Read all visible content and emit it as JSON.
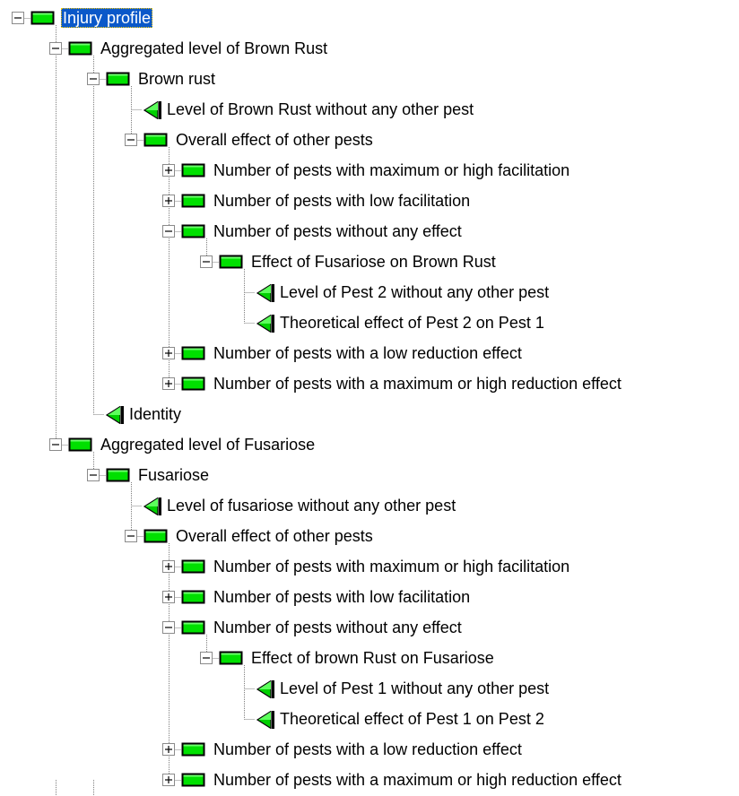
{
  "colors": {
    "selection": "#0a58c9",
    "selection_text": "#ffffff",
    "node_green": "#00e000",
    "node_border": "#000000",
    "leaf_green": "#00d000",
    "connector": "#7f7f7f"
  },
  "tree": {
    "selected_index": 0,
    "nodes": [
      {
        "depth": 0,
        "type": "node",
        "toggle": "minus",
        "label": "Injury profile"
      },
      {
        "depth": 1,
        "type": "node",
        "toggle": "minus",
        "label": "Aggregated level of Brown Rust"
      },
      {
        "depth": 2,
        "type": "node",
        "toggle": "minus",
        "label": "Brown rust"
      },
      {
        "depth": 3,
        "type": "leaf",
        "toggle": "none",
        "label": "Level of Brown Rust without any other pest"
      },
      {
        "depth": 3,
        "type": "node",
        "toggle": "minus",
        "label": "Overall effect of other pests"
      },
      {
        "depth": 4,
        "type": "node",
        "toggle": "plus",
        "label": "Number of pests with maximum or high facilitation"
      },
      {
        "depth": 4,
        "type": "node",
        "toggle": "plus",
        "label": "Number of pests with low facilitation"
      },
      {
        "depth": 4,
        "type": "node",
        "toggle": "minus",
        "label": "Number of pests without any effect"
      },
      {
        "depth": 5,
        "type": "node",
        "toggle": "minus",
        "label": "Effect of Fusariose on Brown Rust"
      },
      {
        "depth": 6,
        "type": "leaf",
        "toggle": "none",
        "label": "Level of Pest 2 without any other pest"
      },
      {
        "depth": 6,
        "type": "leaf",
        "toggle": "none",
        "label": "Theoretical effect of Pest 2 on Pest 1"
      },
      {
        "depth": 4,
        "type": "node",
        "toggle": "plus",
        "label": "Number of pests with a low reduction effect"
      },
      {
        "depth": 4,
        "type": "node",
        "toggle": "plus",
        "label": "Number of pests with a maximum or high reduction effect"
      },
      {
        "depth": 2,
        "type": "leaf",
        "toggle": "none",
        "label": "Identity"
      },
      {
        "depth": 1,
        "type": "node",
        "toggle": "minus",
        "label": "Aggregated level of Fusariose"
      },
      {
        "depth": 2,
        "type": "node",
        "toggle": "minus",
        "label": "Fusariose"
      },
      {
        "depth": 3,
        "type": "leaf",
        "toggle": "none",
        "label": "Level of fusariose without any other pest"
      },
      {
        "depth": 3,
        "type": "node",
        "toggle": "minus",
        "label": "Overall effect of other pests"
      },
      {
        "depth": 4,
        "type": "node",
        "toggle": "plus",
        "label": "Number of pests with maximum or high facilitation"
      },
      {
        "depth": 4,
        "type": "node",
        "toggle": "plus",
        "label": "Number of pests with low facilitation"
      },
      {
        "depth": 4,
        "type": "node",
        "toggle": "minus",
        "label": "Number of pests without any effect"
      },
      {
        "depth": 5,
        "type": "node",
        "toggle": "minus",
        "label": "Effect of brown Rust on Fusariose"
      },
      {
        "depth": 6,
        "type": "leaf",
        "toggle": "none",
        "label": "Level of Pest 1 without any other pest"
      },
      {
        "depth": 6,
        "type": "leaf",
        "toggle": "none",
        "label": "Theoretical effect of Pest 1 on Pest 2"
      },
      {
        "depth": 4,
        "type": "node",
        "toggle": "plus",
        "label": "Number of pests with a low reduction effect"
      },
      {
        "depth": 4,
        "type": "node",
        "toggle": "plus",
        "label": "Number of pests with a maximum or high reduction effect"
      }
    ]
  }
}
